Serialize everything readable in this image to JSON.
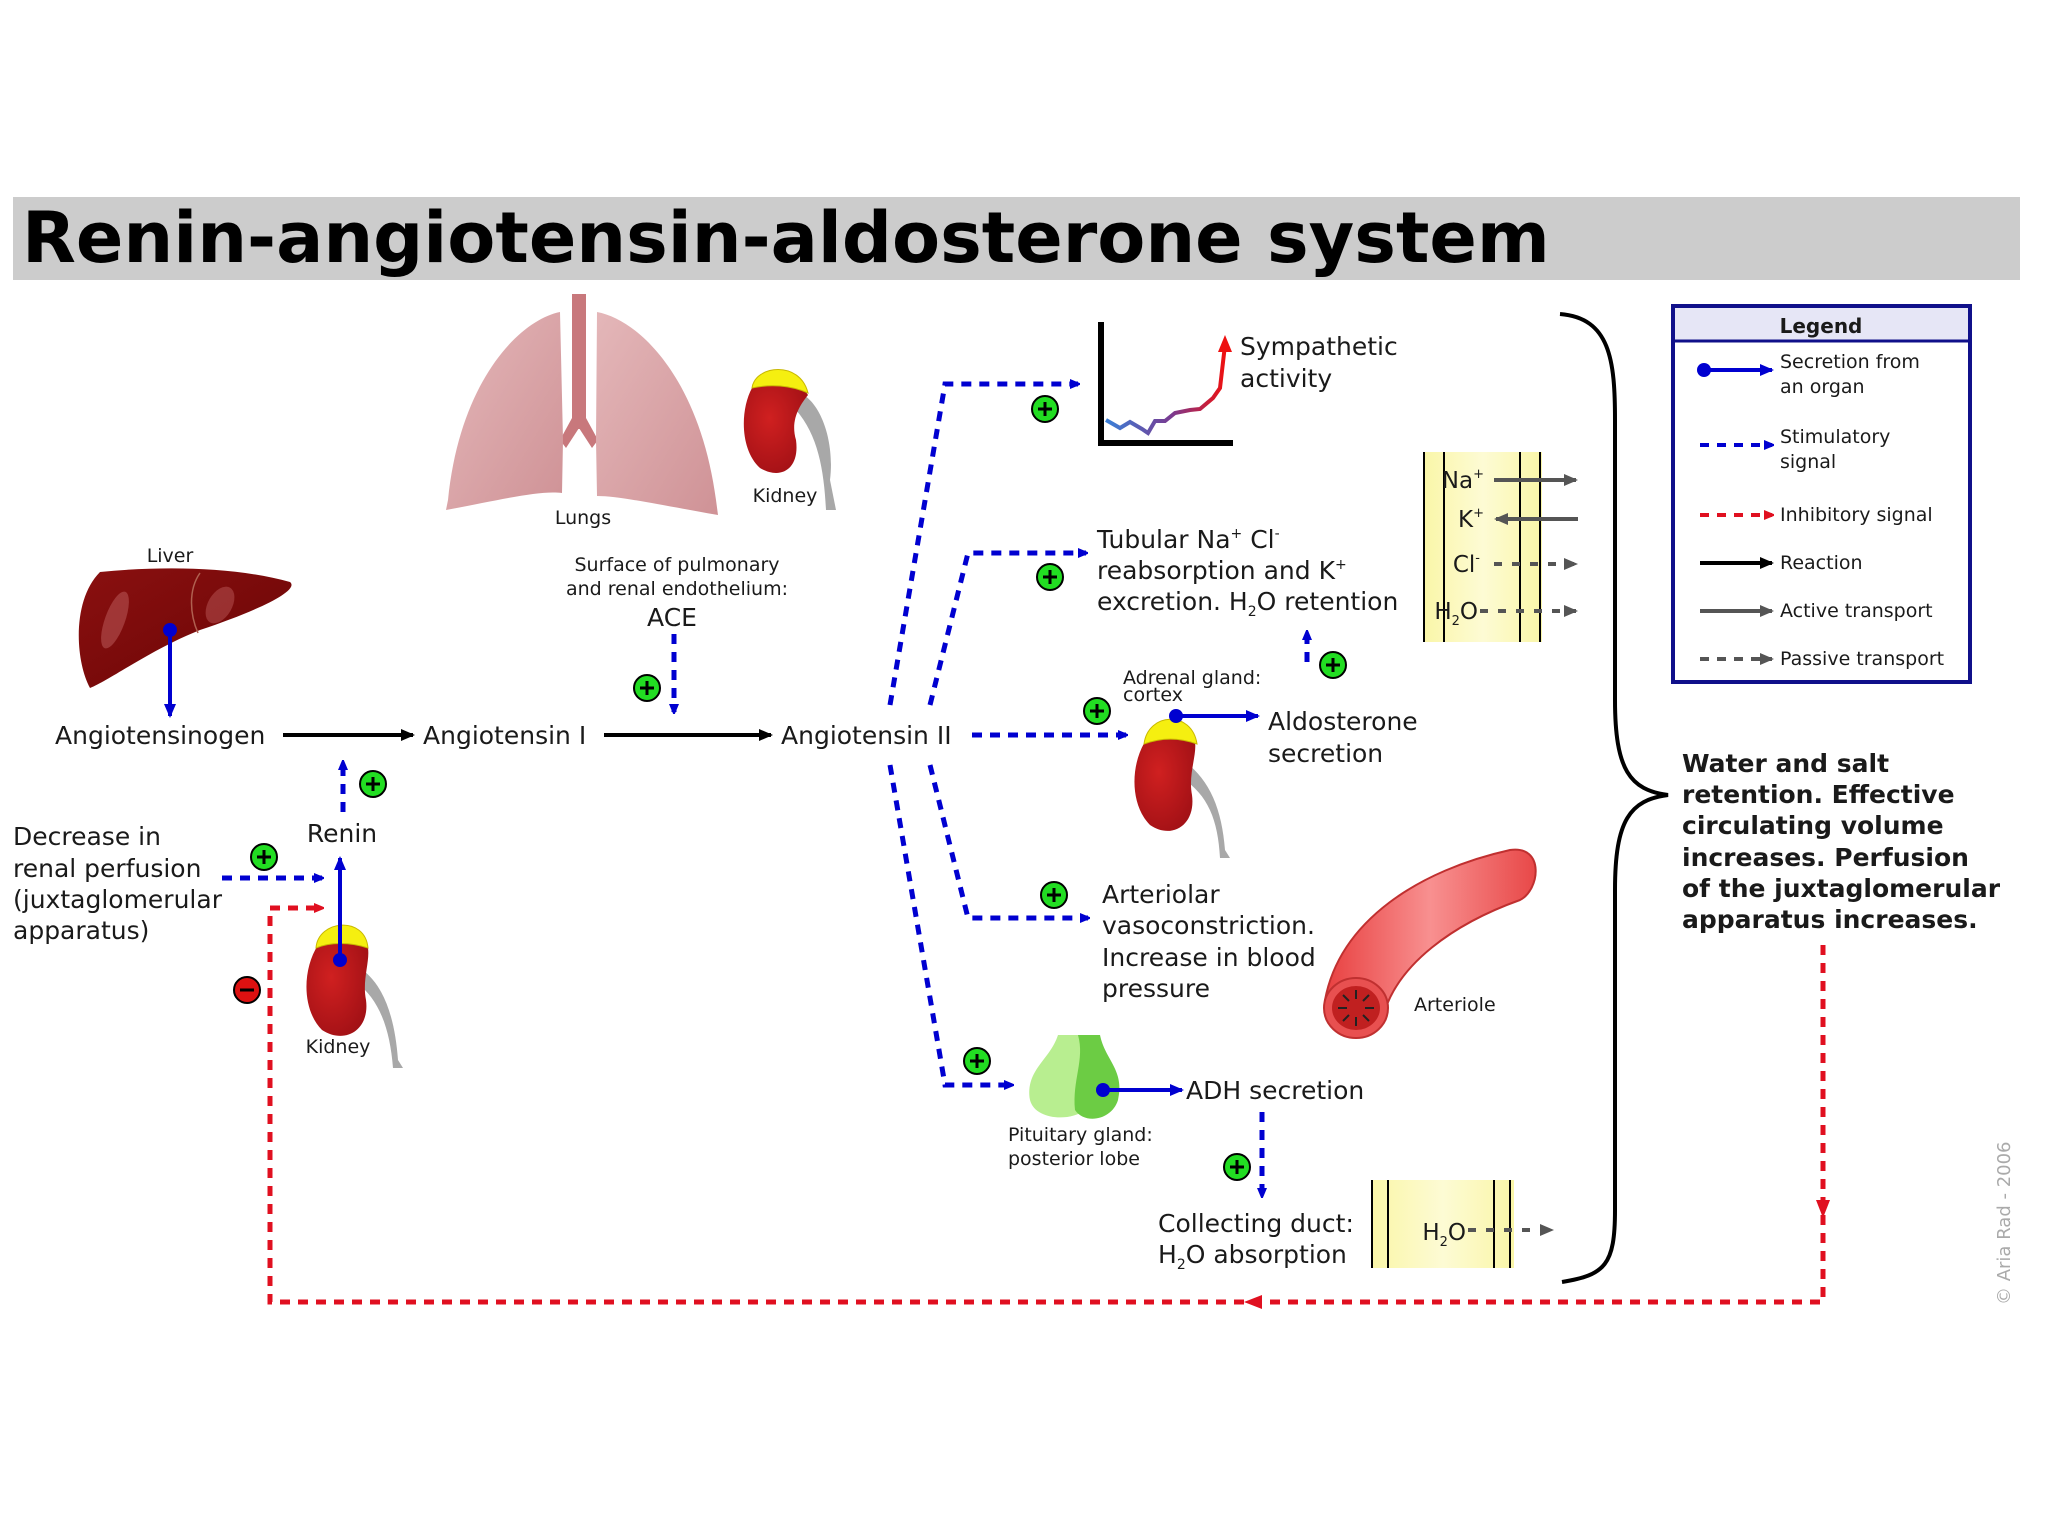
{
  "title": "Renin-angiotensin-aldosterone system",
  "colors": {
    "stimulatory": "#0000d0",
    "inhibitory": "#e01020",
    "reaction": "#000000",
    "active_transport": "#555555",
    "passive_transport": "#555555",
    "plus_badge": "#22dd22",
    "minus_badge": "#dd1111",
    "title_bar": "#cccccc",
    "legend_border": "#10108a",
    "legend_header": "#e6e6f6",
    "tubule_fill": "#fbf7a8",
    "kidney": "#b0141a",
    "adrenal": "#f5ef10",
    "lungs": "#d8a0a3",
    "liver": "#7a0a0a",
    "pituitary": "#7fd858",
    "arteriole": "#f06060"
  },
  "organs": {
    "liver": "Liver",
    "lungs": "Lungs",
    "kidney_top": "Kidney",
    "kidney_left": "Kidney",
    "adrenal": [
      "Adrenal gland:",
      "cortex"
    ],
    "pituitary": [
      "Pituitary gland:",
      "posterior lobe"
    ],
    "arteriole": "Arteriole"
  },
  "pathway": {
    "angiotensinogen": "Angiotensinogen",
    "angiotensin_1": "Angiotensin I",
    "angiotensin_2": "Angiotensin II",
    "renin": "Renin",
    "ace_location": [
      "Surface of pulmonary",
      "and renal endothelium:"
    ],
    "ace": "ACE",
    "trigger": [
      "Decrease in",
      "renal perfusion",
      "(juxtaglomerular",
      "apparatus)"
    ]
  },
  "effects": {
    "sympathetic": [
      "Sympathetic",
      "activity"
    ],
    "tubular": {
      "line1_pre": "Tubular Na",
      "line1_sup1": "+",
      "line1_mid": " Cl",
      "line1_sup2": "-",
      "line2_pre": "reabsorption and K",
      "line2_sup": "+",
      "line3_pre": "excretion. H",
      "line3_sub": "2",
      "line3_post": "O retention"
    },
    "aldosterone": [
      "Aldosterone",
      "secretion"
    ],
    "arteriolar": [
      "Arteriolar",
      "vasoconstriction.",
      "Increase in blood",
      "pressure"
    ],
    "adh": "ADH secretion",
    "collecting_duct": {
      "line1": "Collecting duct:",
      "line2_pre": "H",
      "line2_sub": "2",
      "line2_post": "O absorption"
    }
  },
  "tubule_ions": [
    {
      "base": "Na",
      "sup": "+",
      "transport": "active",
      "direction": "out"
    },
    {
      "base": "K",
      "sup": "+",
      "transport": "active",
      "direction": "in"
    },
    {
      "base": "Cl",
      "sup": "-",
      "transport": "passive",
      "direction": "out"
    },
    {
      "base": "H",
      "sub": "2",
      "post": "O",
      "transport": "passive",
      "direction": "out"
    }
  ],
  "collecting_ion": {
    "base": "H",
    "sub": "2",
    "post": "O",
    "transport": "passive",
    "direction": "out"
  },
  "outcome": [
    "Water and salt",
    "retention. Effective",
    "circulating volume",
    "increases. Perfusion",
    "of the juxtaglomerular",
    "apparatus increases."
  ],
  "legend": {
    "title": "Legend",
    "items": [
      {
        "type": "secretion",
        "label": [
          "Secretion from",
          "an organ"
        ]
      },
      {
        "type": "stimulatory",
        "label": [
          "Stimulatory",
          "signal"
        ]
      },
      {
        "type": "inhibitory",
        "label": [
          "Inhibitory signal"
        ]
      },
      {
        "type": "reaction",
        "label": [
          "Reaction"
        ]
      },
      {
        "type": "active",
        "label": [
          "Active transport"
        ]
      },
      {
        "type": "passive",
        "label": [
          "Passive transport"
        ]
      }
    ]
  },
  "badges": {
    "plus": "+",
    "minus": "−"
  },
  "copyright": "© Aria Rad - 2006"
}
